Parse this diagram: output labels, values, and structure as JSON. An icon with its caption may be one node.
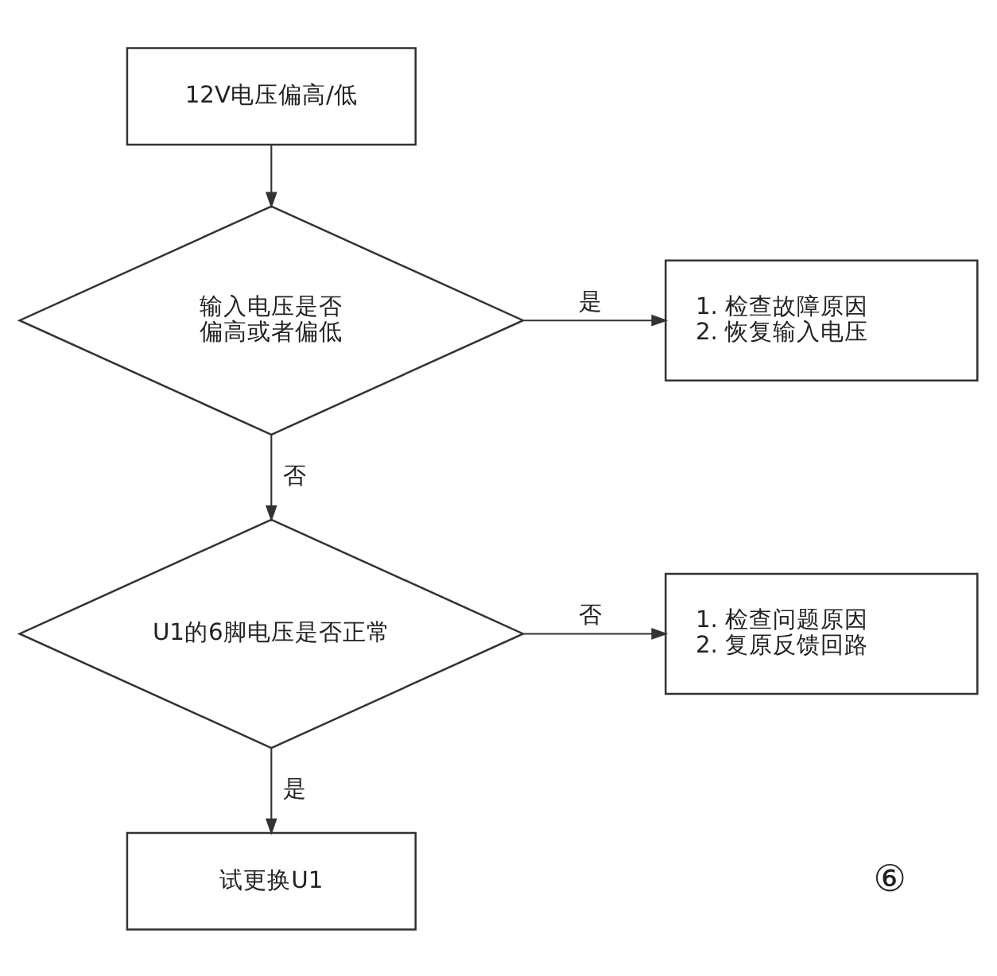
{
  "diagram": {
    "nodes": [
      {
        "text": [
          "12V电压偏高/低"
        ]
      },
      {
        "text": [
          "输入电压是否偏高或者偏低"
        ]
      },
      {
        "text": [
          "1. 检查故障原因",
          "2. 恢复输入电压"
        ]
      },
      {
        "text": [
          "U1的6脚电压是否正常"
        ]
      },
      {
        "text": [
          "1. 检查问题原因",
          "2. 复原反馈回路"
        ]
      },
      {
        "text": [
          "试更换U1"
        ]
      }
    ],
    "edges": [
      {
        "from": 0,
        "to": 1,
        "arrow": "to"
      },
      {
        "from": 1,
        "to": 2,
        "label": "是",
        "arrow": "to"
      },
      {
        "from": 1,
        "to": 3,
        "label": "否",
        "arrow": "to"
      },
      {
        "from": 3,
        "to": 4,
        "label": "否",
        "arrow": "to"
      },
      {
        "from": 3,
        "to": 5,
        "label": "是",
        "arrow": "to"
      }
    ],
    "labels": [
      "⑥"
    ]
  }
}
